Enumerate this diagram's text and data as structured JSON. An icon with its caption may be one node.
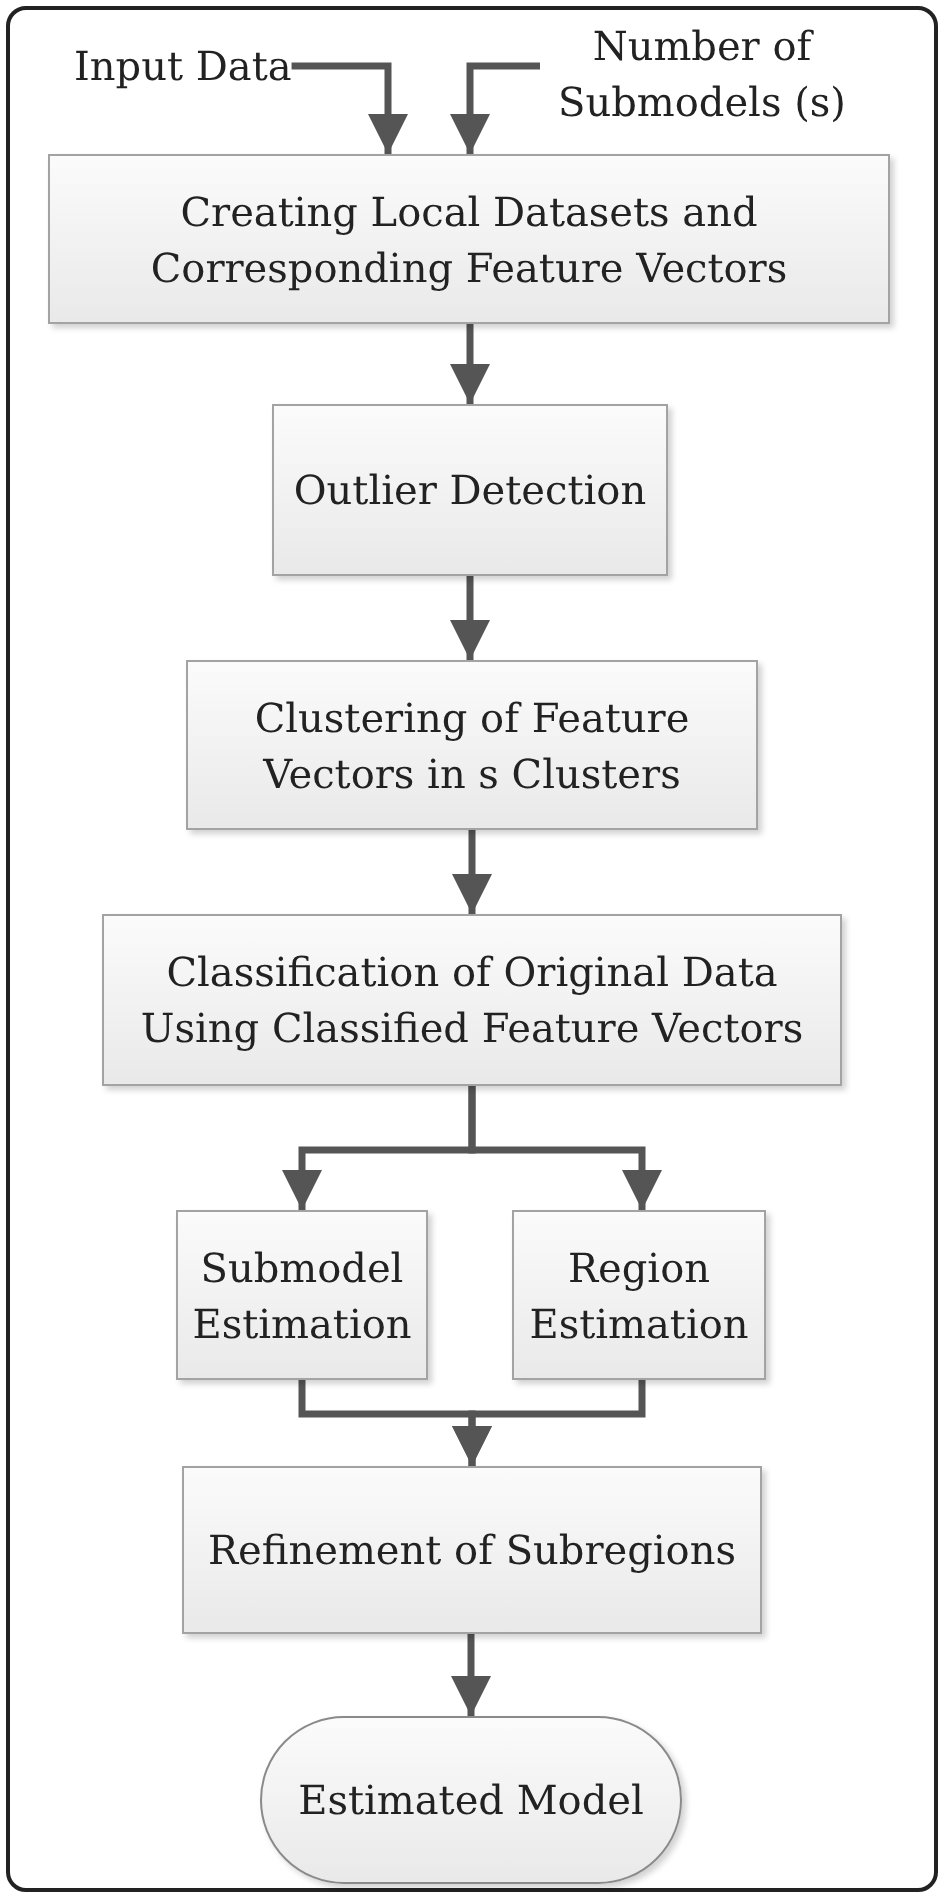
{
  "diagram": {
    "nodes": [
      {
        "text": [
          "Input Data"
        ]
      },
      {
        "text": [
          "Number of Submodels (s)"
        ]
      },
      {
        "text": [
          "Creating Local Datasets and Corresponding Feature Vectors"
        ]
      },
      {
        "text": [
          "Outlier Detection"
        ]
      },
      {
        "text": [
          "Clustering of Feature Vectors in s Clusters"
        ]
      },
      {
        "text": [
          "Classification of Original Data Using Classified Feature Vectors"
        ]
      },
      {
        "text": [
          "Submodel Estimation"
        ]
      },
      {
        "text": [
          "Region Estimation"
        ]
      },
      {
        "text": [
          "Refinement of Subregions"
        ]
      },
      {
        "text": [
          "Estimated Model"
        ]
      }
    ],
    "edges": [
      {
        "from": 0,
        "to": 2,
        "arrow": "to"
      },
      {
        "from": 1,
        "to": 2,
        "arrow": "to"
      },
      {
        "from": 2,
        "to": 3,
        "arrow": "to"
      },
      {
        "from": 3,
        "to": 4,
        "arrow": "to"
      },
      {
        "from": 4,
        "to": 5,
        "arrow": "to"
      },
      {
        "from": 5,
        "to": 6,
        "arrow": "to"
      },
      {
        "from": 5,
        "to": 7,
        "arrow": "to"
      },
      {
        "from": 6,
        "to": 8,
        "arrow": "to"
      },
      {
        "from": 7,
        "to": 8,
        "arrow": "to"
      },
      {
        "from": 8,
        "to": 9,
        "arrow": "to"
      }
    ]
  }
}
